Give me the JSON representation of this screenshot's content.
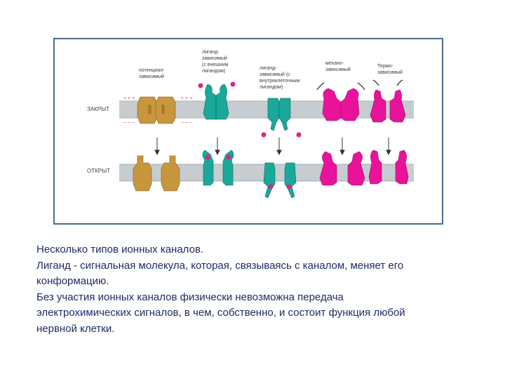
{
  "diagram": {
    "labels": {
      "voltage": [
        "потенциал-",
        "зависимый"
      ],
      "ligand_ext": [
        "лиганд-",
        "зависимый",
        "(с внешним",
        "лигандом)"
      ],
      "ligand_int": [
        "лиганд-",
        "зависимый (с",
        "внутриклеточным",
        "лигандом)"
      ],
      "mechano": [
        "механо-",
        "зависимый"
      ],
      "thermo": [
        "Термо-",
        "зависимый"
      ]
    },
    "states": {
      "closed": "ЗАКРЫТ",
      "open": "ОТКРЫТ"
    },
    "charges": {
      "plus": "+ + +",
      "minus": "– – –"
    },
    "colors": {
      "voltage": "#c8963c",
      "ligand": "#1aa89a",
      "mechano": "#e8139a",
      "ligand_molecule": "#d8277f",
      "membrane": "#c6ccd0"
    }
  },
  "caption": {
    "lines": [
      "Несколько типов ионных каналов.",
      "Лиганд - сигнальная молекула, которая, связываясь с каналом, меняет его",
      "конформацию.",
      "Без участия ионных каналов физически невозможна передача",
      "электрохимических сигналов, в чем, собственно, и состоит функция любой",
      "нервной клетки."
    ]
  }
}
